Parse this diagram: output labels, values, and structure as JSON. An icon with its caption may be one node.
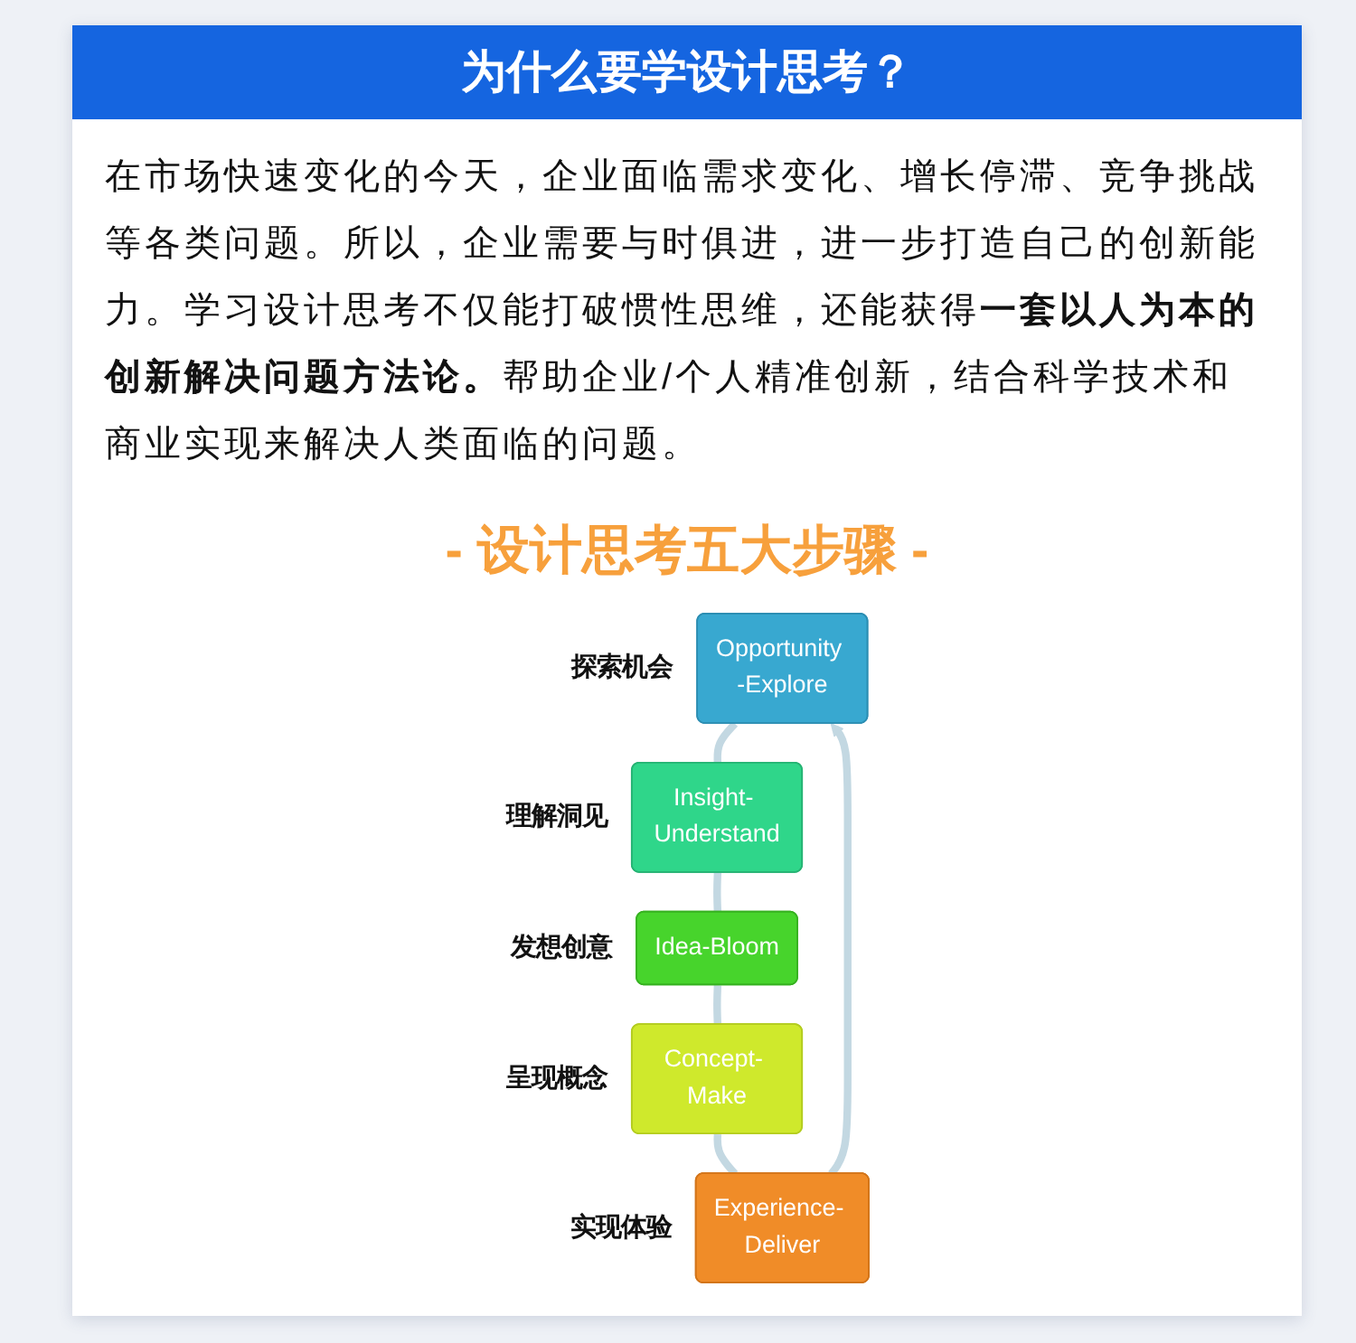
{
  "diagram": {
    "title": "为什么要学设计思考？",
    "nodes": [
      {
        "text": [
          "Opportunity -Explore"
        ],
        "beside": [
          "探索机会"
        ]
      },
      {
        "text": [
          "Insight- Understand"
        ],
        "beside": [
          "理解洞见"
        ]
      },
      {
        "text": [
          "Idea-Bloom"
        ],
        "beside": [
          "发想创意"
        ]
      },
      {
        "text": [
          "Concept- Make"
        ],
        "beside": [
          "呈现概念"
        ]
      },
      {
        "text": [
          "Experience- Deliver"
        ],
        "beside": [
          "实现体验"
        ]
      }
    ],
    "edges": [
      {
        "from": 0,
        "to": 1,
        "arrow": "none"
      },
      {
        "from": 1,
        "to": 2,
        "arrow": "none"
      },
      {
        "from": 2,
        "to": 3,
        "arrow": "none"
      },
      {
        "from": 3,
        "to": 4,
        "arrow": "none"
      },
      {
        "from": 4,
        "to": 0,
        "arrow": "to"
      }
    ],
    "labels": [
      "在市场快速变化的今天，企业面临需求变化、增长停滞、竞争挑战等各类问题。所以，企业需要与时俱进，进一步打造自己的创新能力。学习设计思考不仅能打破惯性思维，还能获得**一套以人为本的创新解决问题方法论。**帮助企业/个人精准创新，结合科学技术和商业实现来解决人类面临的问题。",
      "- 设计思考五大步骤 -"
    ]
  }
}
